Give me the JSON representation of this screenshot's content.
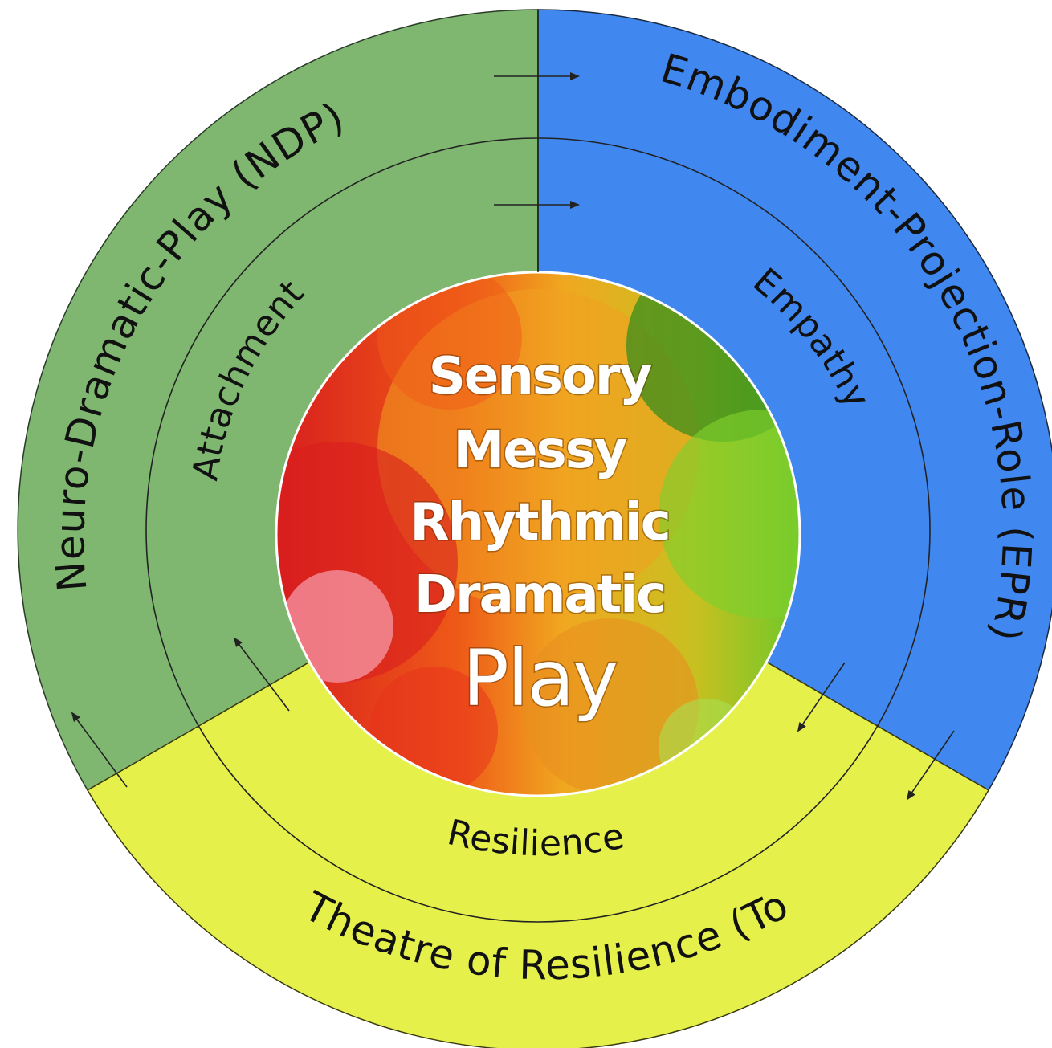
{
  "outer_ring": {
    "ndp_label": "Neuro-Dramatic-Play (NDP)",
    "epr_label": "Embodiment-Projection-Role (EPR)",
    "tor_label": "Theatre of Resilience (ToR)"
  },
  "inner_ring": {
    "attachment_label": "Attachment",
    "empathy_label": "Empathy",
    "resilience_label": "Resilience"
  },
  "center": {
    "words": [
      "Sensory",
      "Messy",
      "Rhythmic",
      "Dramatic"
    ],
    "play": "Play"
  },
  "colors": {
    "ndp_green": "#7fb771",
    "epr_blue": "#4088f0",
    "tor_yellow": "#e6f04a"
  }
}
